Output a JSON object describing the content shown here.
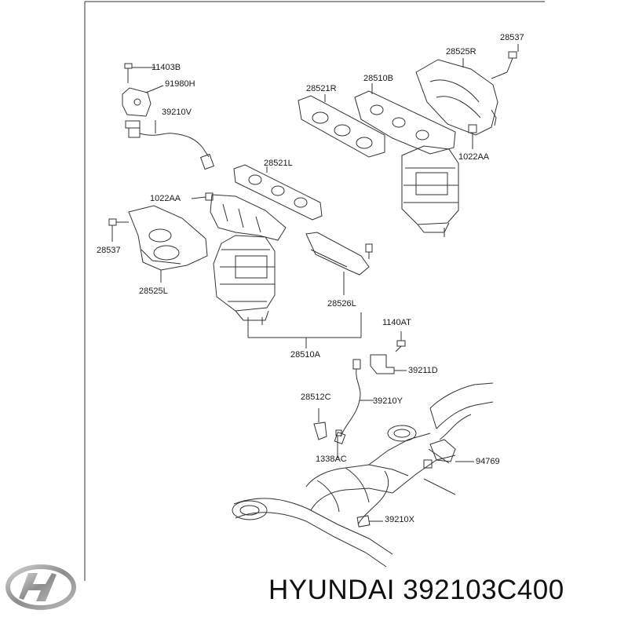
{
  "part_labels": {
    "p11403B": "11403B",
    "p91980H": "91980H",
    "p39210V": "39210V",
    "p28521L": "28521L",
    "p1022AA_left": "1022AA",
    "p28537_left": "28537",
    "p28525L": "28525L",
    "p28526L": "28526L",
    "p28510A": "28510A",
    "p1140AT": "1140AT",
    "p39211D": "39211D",
    "p28512C": "28512C",
    "p39210Y": "39210Y",
    "p1338AC": "1338AC",
    "p94769": "94769",
    "p39210X": "39210X",
    "p28521R": "28521R",
    "p28510B": "28510B",
    "p28525R": "28525R",
    "p28537_right": "28537",
    "p1022AA_right": "1022AA"
  },
  "brand": {
    "caption": "HYUNDAI 392103C400",
    "logo_icon": "hyundai-logo-icon"
  },
  "colors": {
    "line": "#333333",
    "logo": "#9a9a9a",
    "text": "#111111"
  }
}
